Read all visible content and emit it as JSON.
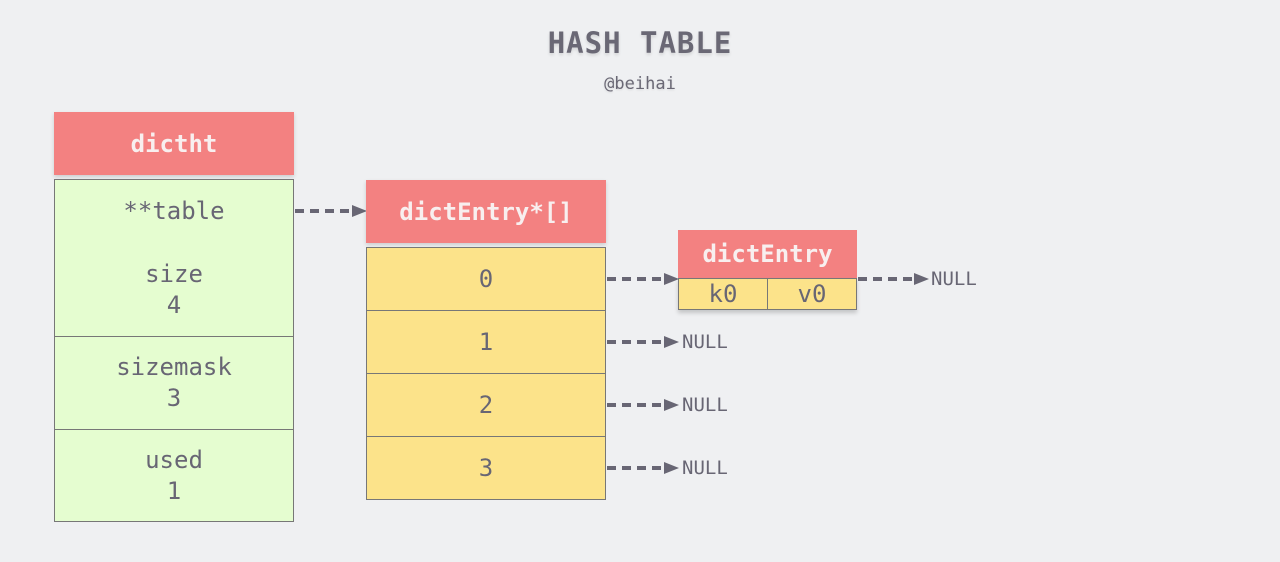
{
  "header": {
    "title": "HASH TABLE",
    "author": "@beihai"
  },
  "dictht": {
    "label": "dictht",
    "fields": [
      {
        "name": "**table",
        "value": ""
      },
      {
        "name": "size",
        "value": "4"
      },
      {
        "name": "sizemask",
        "value": "3"
      },
      {
        "name": "used",
        "value": "1"
      }
    ]
  },
  "table": {
    "label": "dictEntry*[]",
    "buckets": [
      "0",
      "1",
      "2",
      "3"
    ]
  },
  "entry": {
    "label": "dictEntry",
    "key": "k0",
    "value": "v0"
  },
  "null_label": "NULL",
  "colors": {
    "header": "#f38181",
    "dictht_fields": "#e5fdd0",
    "buckets": "#fce38a",
    "background": "#eff0f2",
    "text": "#686674"
  }
}
